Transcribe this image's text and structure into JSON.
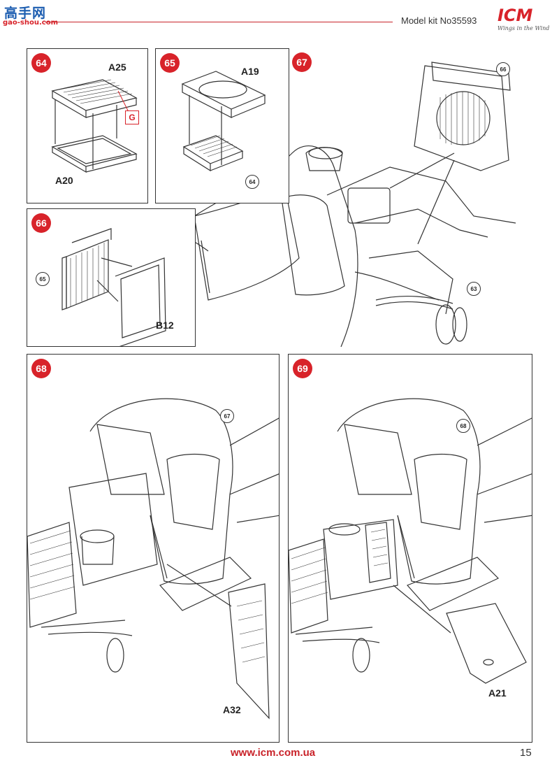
{
  "header": {
    "watermark_main": "高手网",
    "watermark_sub": "gao-shou.com",
    "kit_label": "Model kit No35593",
    "brand": "ICM",
    "slogan": "Wings in the Wind"
  },
  "steps": [
    {
      "number": "64",
      "parts": [
        "A25",
        "A20"
      ],
      "paint_code": "G"
    },
    {
      "number": "65",
      "parts": [
        "A19"
      ],
      "refs": [
        "64"
      ]
    },
    {
      "number": "66",
      "parts": [
        "B12"
      ],
      "refs": [
        "65"
      ]
    },
    {
      "number": "67",
      "refs": [
        "66",
        "63"
      ]
    },
    {
      "number": "68",
      "parts": [
        "A32"
      ],
      "refs": [
        "67"
      ]
    },
    {
      "number": "69",
      "parts": [
        "A21"
      ],
      "refs": [
        "68"
      ]
    }
  ],
  "footer": {
    "url": "www.icm.com.ua",
    "page": "15"
  },
  "colors": {
    "accent_red": "#d8232a",
    "watermark_blue": "#1c5db0",
    "line": "#333333"
  }
}
